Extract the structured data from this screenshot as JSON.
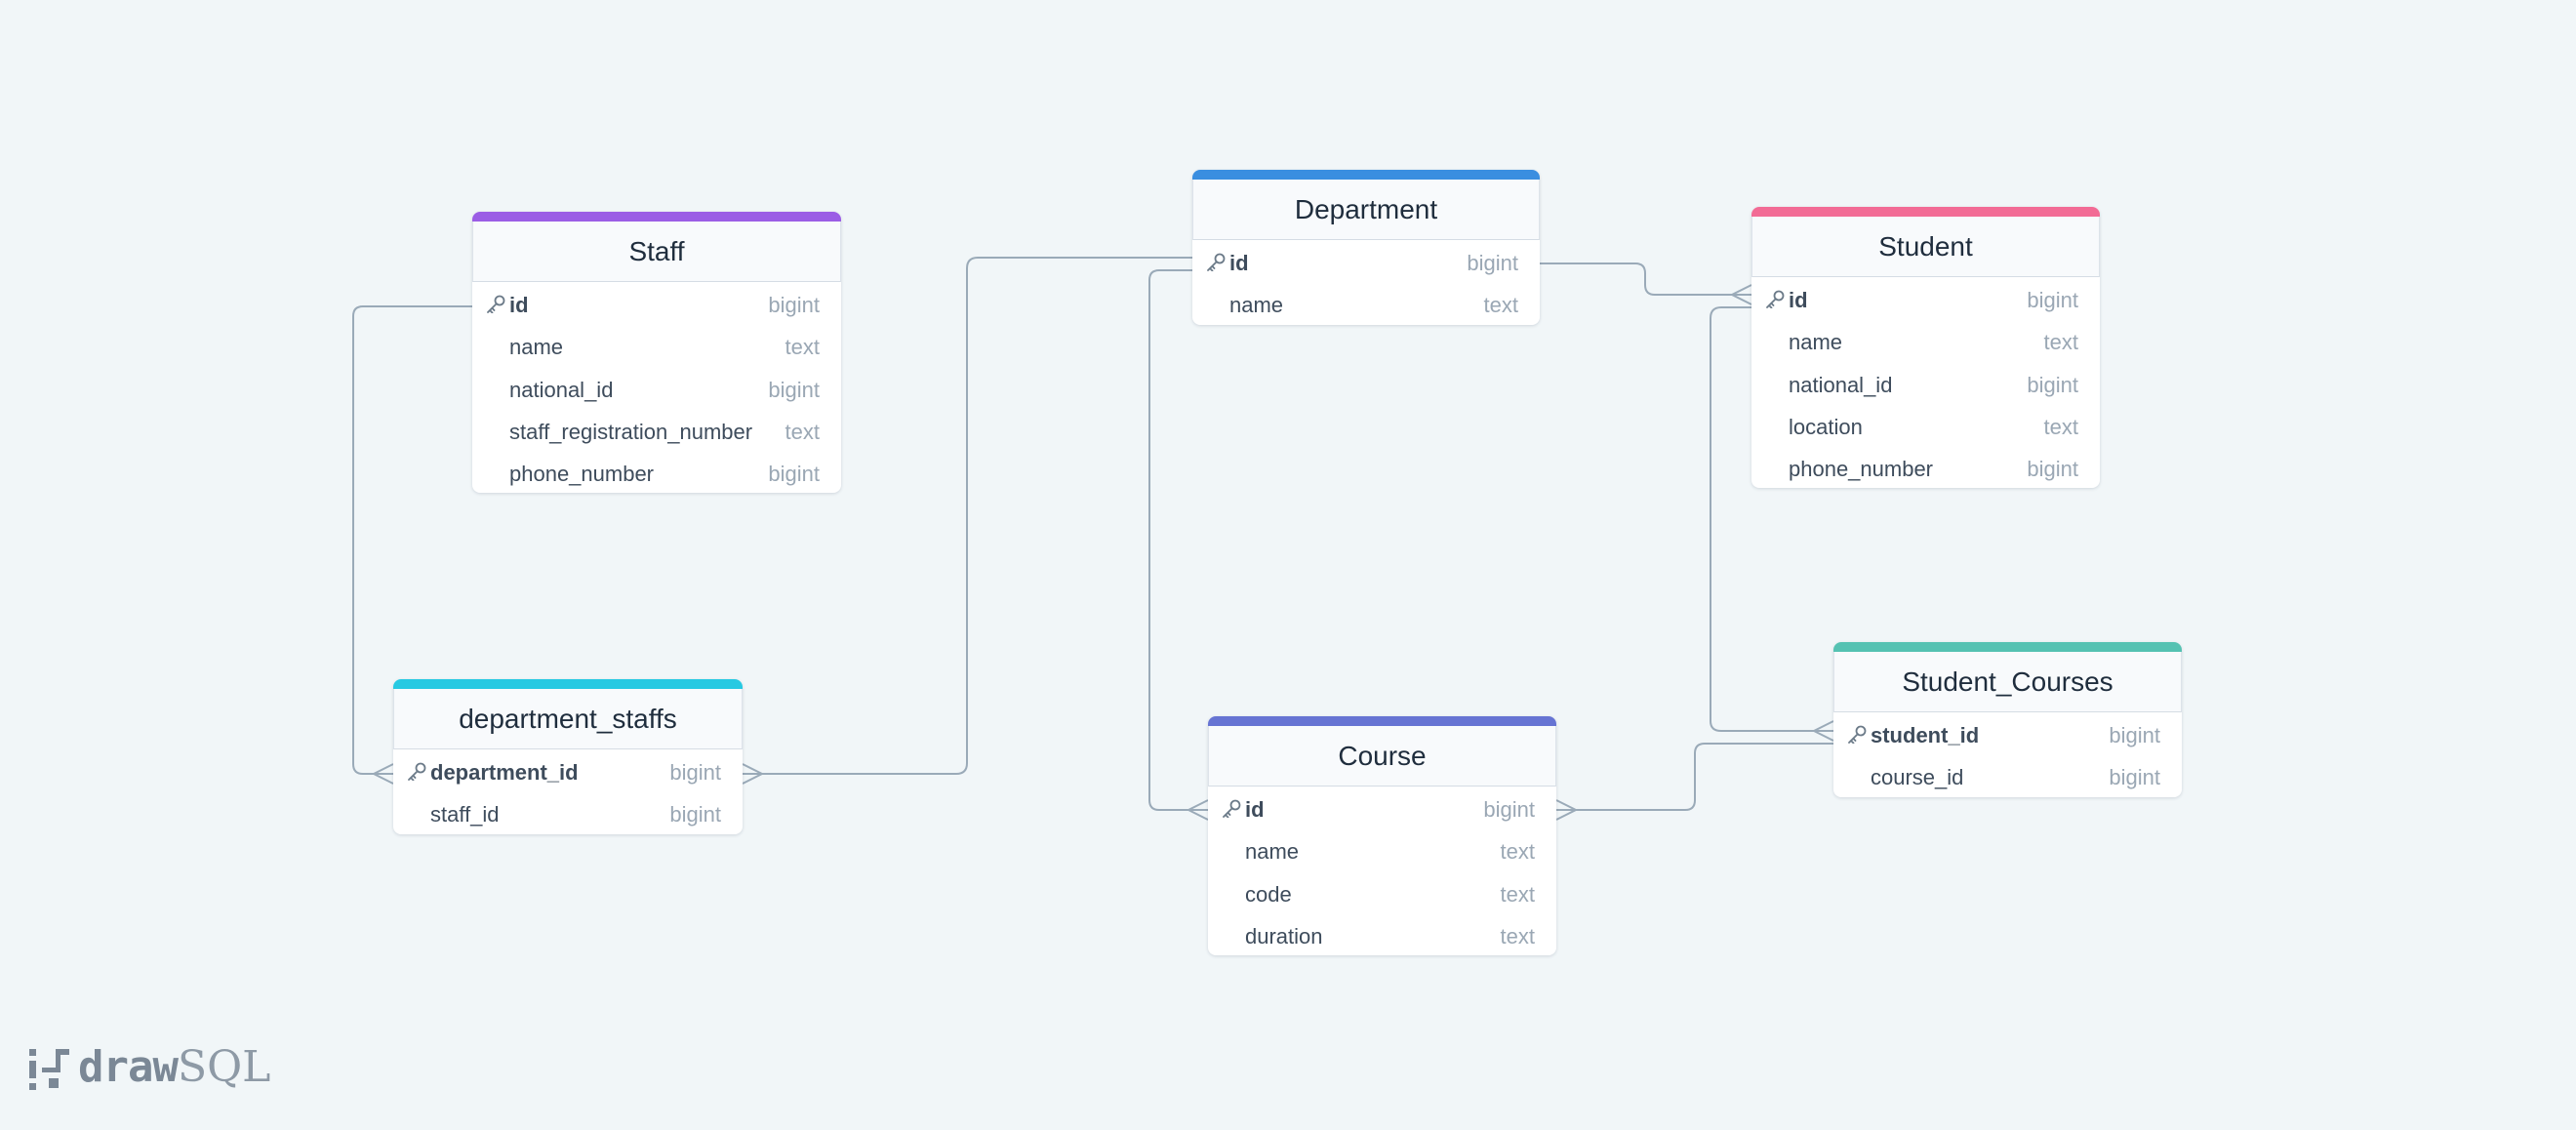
{
  "tables": {
    "staff": {
      "title": "Staff",
      "color": "#9b5de5",
      "columns": [
        {
          "name": "id",
          "type": "bigint",
          "pk": true
        },
        {
          "name": "name",
          "type": "text",
          "pk": false
        },
        {
          "name": "national_id",
          "type": "bigint",
          "pk": false
        },
        {
          "name": "staff_registration_number",
          "type": "text",
          "pk": false
        },
        {
          "name": "phone_number",
          "type": "bigint",
          "pk": false
        }
      ]
    },
    "department": {
      "title": "Department",
      "color": "#3a8ee0",
      "columns": [
        {
          "name": "id",
          "type": "bigint",
          "pk": true
        },
        {
          "name": "name",
          "type": "text",
          "pk": false
        }
      ]
    },
    "student": {
      "title": "Student",
      "color": "#f26b95",
      "columns": [
        {
          "name": "id",
          "type": "bigint",
          "pk": true
        },
        {
          "name": "name",
          "type": "text",
          "pk": false
        },
        {
          "name": "national_id",
          "type": "bigint",
          "pk": false
        },
        {
          "name": "location",
          "type": "text",
          "pk": false
        },
        {
          "name": "phone_number",
          "type": "bigint",
          "pk": false
        }
      ]
    },
    "department_staffs": {
      "title": "department_staffs",
      "color": "#27c9e2",
      "columns": [
        {
          "name": "department_id",
          "type": "bigint",
          "pk": true
        },
        {
          "name": "staff_id",
          "type": "bigint",
          "pk": false
        }
      ]
    },
    "course": {
      "title": "Course",
      "color": "#6674d3",
      "columns": [
        {
          "name": "id",
          "type": "bigint",
          "pk": true
        },
        {
          "name": "name",
          "type": "text",
          "pk": false
        },
        {
          "name": "code",
          "type": "text",
          "pk": false
        },
        {
          "name": "duration",
          "type": "text",
          "pk": false
        }
      ]
    },
    "student_courses": {
      "title": "Student_Courses",
      "color": "#55c2b2",
      "columns": [
        {
          "name": "student_id",
          "type": "bigint",
          "pk": true
        },
        {
          "name": "course_id",
          "type": "bigint",
          "pk": false
        }
      ]
    }
  },
  "logo": {
    "bold": "draw",
    "light": "SQL"
  }
}
